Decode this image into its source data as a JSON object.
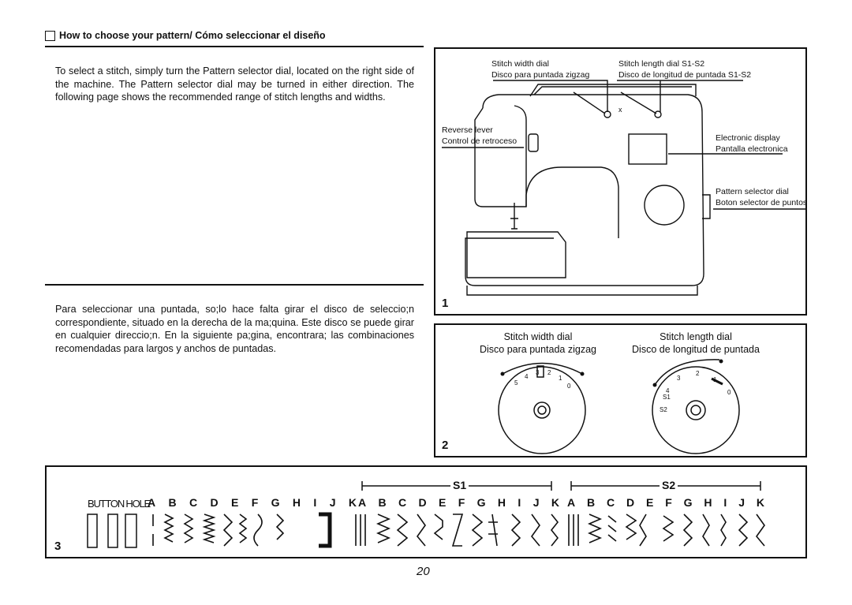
{
  "heading": "How to choose your pattern/ Cómo seleccionar el diseño",
  "english_text": "To select a stitch, simply turn the Pattern selector dial, located on the right side of the machine. The Pattern selector dial may be turned in either direction. The following page shows the recommended range of stitch lengths and widths.",
  "spanish_text": "Para seleccionar una puntada, so;lo hace falta girar el disco de seleccio;n correspondiente, situado en la derecha de la ma;quina. Este disco se puede girar en cualquier direccio;n. En la siguiente pa;gina, encontrara; las combinaciones recomendadas para largos y anchos de puntadas.",
  "figure1": {
    "number": "1",
    "labels": {
      "width_en": "Stitch width dial",
      "width_es": "Disco para puntada zigzag",
      "length_en": "Stitch length dial S1-S2",
      "length_es": "Disco de longitud de puntada S1-S2",
      "reverse_en": "Reverse lever",
      "reverse_es": "Control de retroceso",
      "display_en": "Electronic display",
      "display_es": "Pantalla electronica",
      "pattern_en": "Pattern selector dial",
      "pattern_es": "Boton selector de puntos"
    }
  },
  "figure2": {
    "number": "2",
    "width_en": "Stitch width dial",
    "width_es": "Disco para puntada zigzag",
    "length_en": "Stitch length dial",
    "length_es": "Disco de longitud de puntada",
    "width_marks": [
      "5",
      "4",
      "3",
      "2",
      "1",
      "0"
    ],
    "length_marks": [
      "S2",
      "S1",
      "4",
      "3",
      "2",
      "1",
      "0"
    ]
  },
  "figure3": {
    "number": "3",
    "buttonhole_label": "BUTTON HOLE",
    "group1_letters": [
      "A",
      "B",
      "C",
      "D",
      "E",
      "F",
      "G",
      "H",
      "I",
      "J",
      "K"
    ],
    "s1_label": "S1",
    "s1_letters": [
      "A",
      "B",
      "C",
      "D",
      "E",
      "F",
      "G",
      "H",
      "I",
      "J",
      "K"
    ],
    "s2_label": "S2",
    "s2_letters": [
      "A",
      "B",
      "C",
      "D",
      "E",
      "F",
      "G",
      "H",
      "I",
      "J",
      "K"
    ]
  },
  "page_number": "20"
}
